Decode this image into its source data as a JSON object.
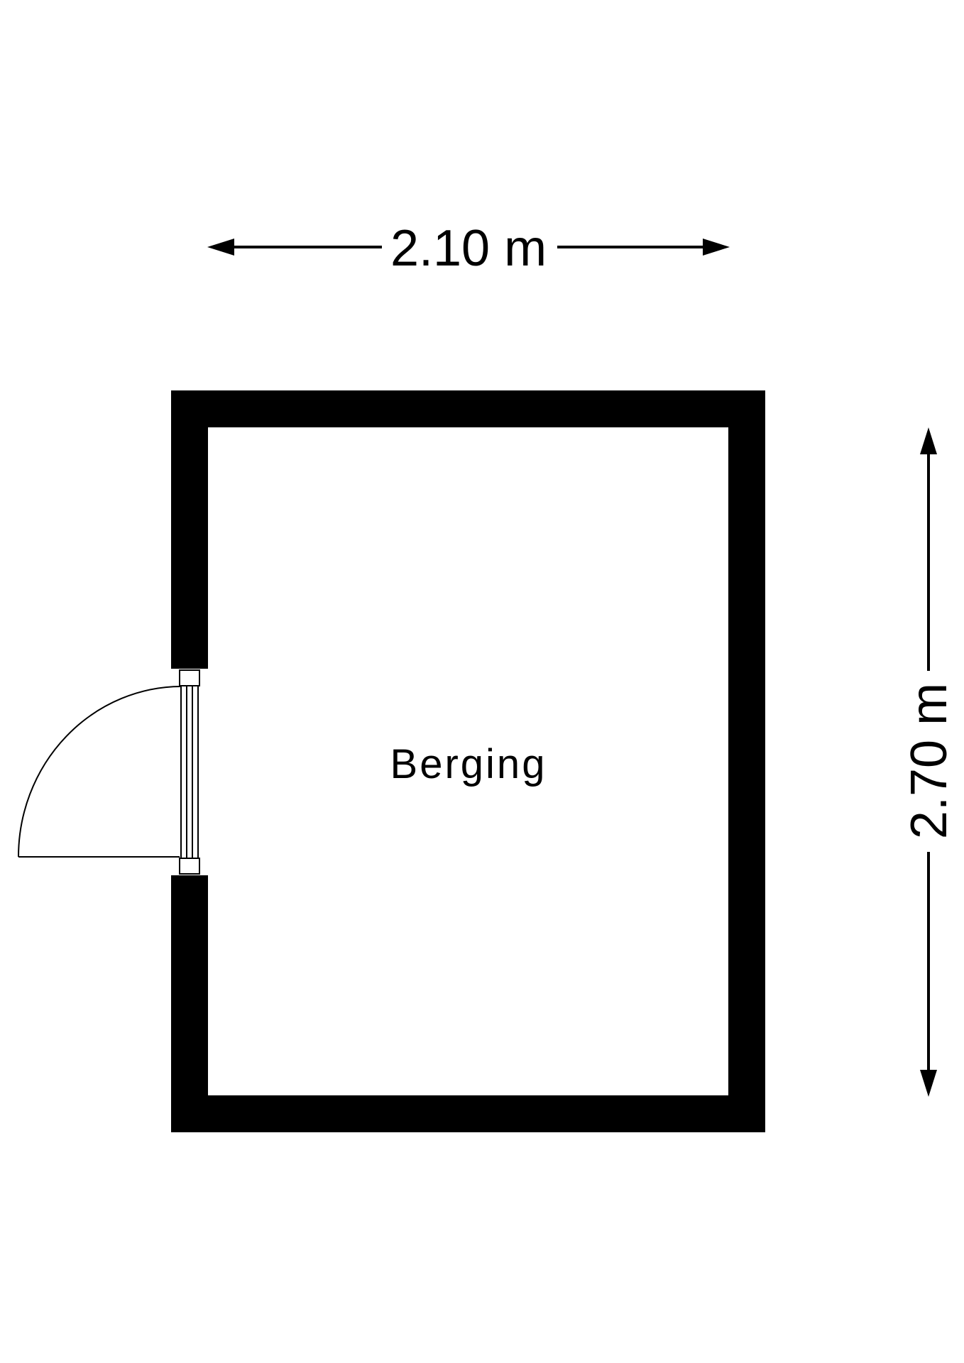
{
  "floorplan": {
    "room": {
      "name": "Berging"
    },
    "dimensions": {
      "width_label": "2.10 m",
      "height_label": "2.70 m"
    },
    "colors": {
      "wall": "#000000",
      "background": "#ffffff",
      "line": "#000000"
    }
  }
}
